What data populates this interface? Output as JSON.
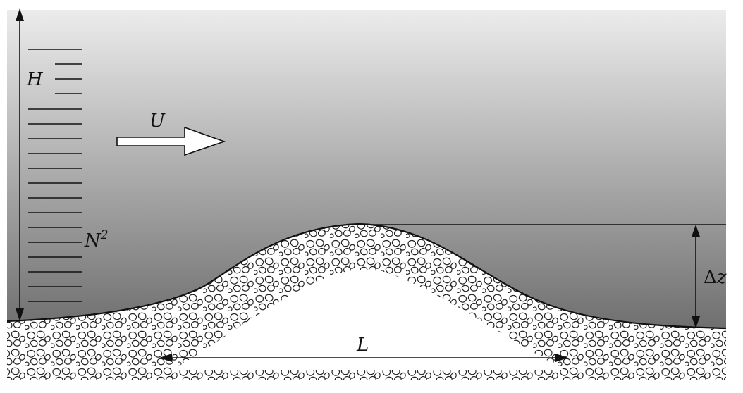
{
  "labels": {
    "depth": "H",
    "velocity": "U",
    "stratification": "N",
    "stratification_exponent": "2",
    "height_delta": "Δ",
    "height_var": "z",
    "length": "L"
  },
  "colors": {
    "fluid_top": "#ececec",
    "fluid_bottom": "#6f6f6f",
    "line": "#111111",
    "ground": "#ffffff"
  },
  "icons": {
    "flow_arrow": "hollow-right-arrow",
    "pebbles": "pebble-texture"
  }
}
